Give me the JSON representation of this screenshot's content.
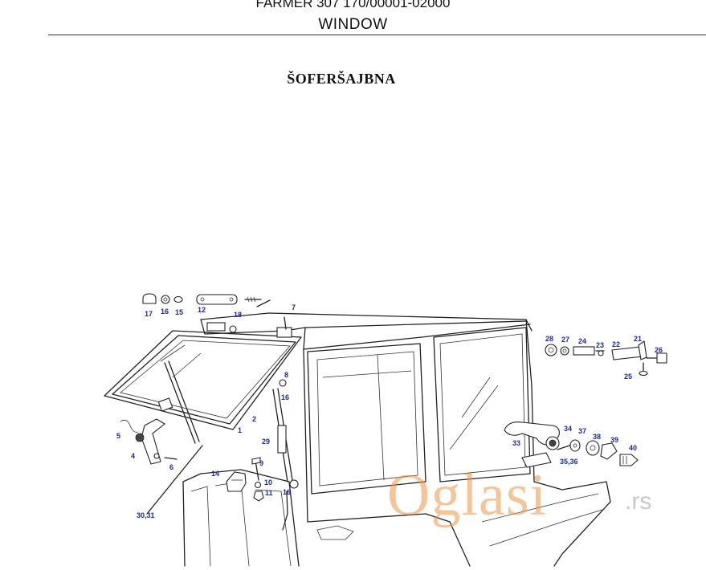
{
  "header": {
    "model": "FARMER 307 170/00001-02000",
    "section": "WINDOW"
  },
  "subtitle": "ŠOFERŠAJBNA",
  "callouts": [
    "1",
    "2",
    "4",
    "5",
    "6",
    "7",
    "8",
    "9",
    "10",
    "11",
    "12",
    "14",
    "15",
    "16",
    "16",
    "16",
    "17",
    "18",
    "21",
    "22",
    "23",
    "24",
    "25",
    "26",
    "27",
    "28",
    "29",
    "30,31",
    "33",
    "34",
    "35,36",
    "37",
    "38",
    "39",
    "40"
  ],
  "watermark": {
    "brand": "Oglasi",
    "tld": ".rs",
    "color": "#ec9446"
  },
  "colors": {
    "callout": "#1a2a9a",
    "line": "#222222"
  }
}
